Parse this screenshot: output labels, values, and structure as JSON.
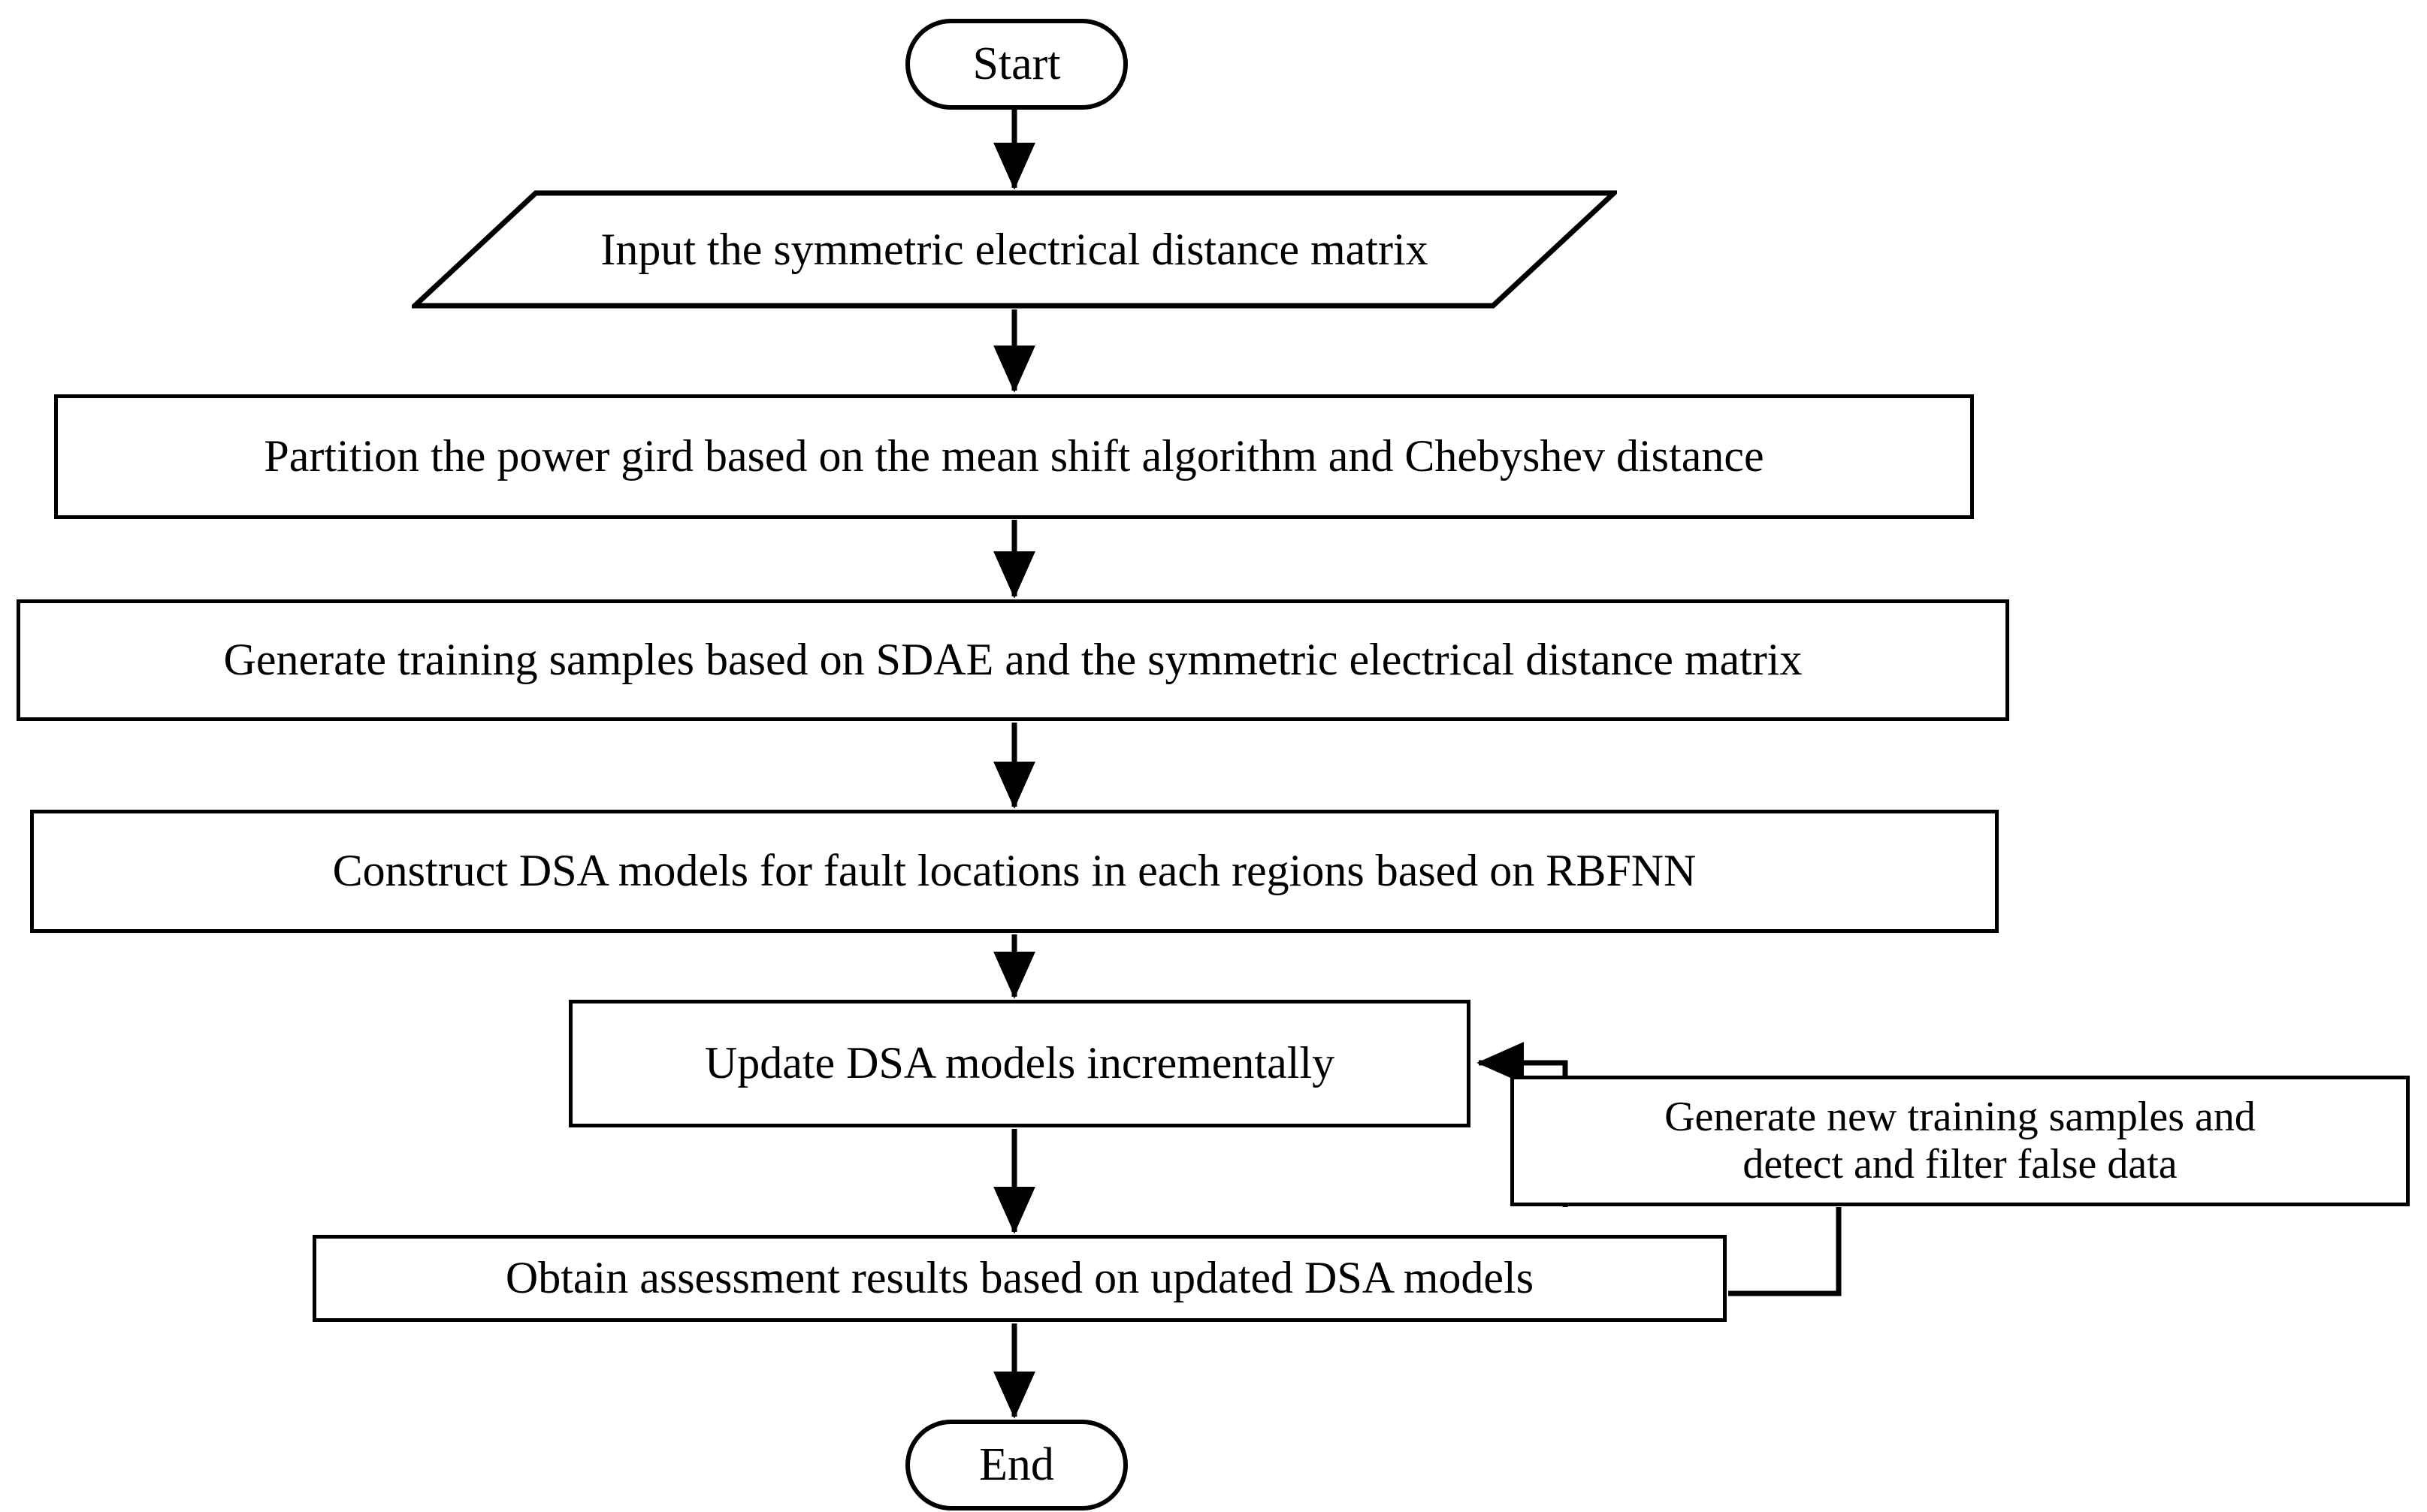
{
  "diagram": {
    "title": "DSA assessment workflow flowchart",
    "type": "flowchart",
    "background_color": "#ffffff",
    "line_color": "#000000",
    "text_color": "#000000"
  },
  "nodes": {
    "start": {
      "label": "Start",
      "shape": "terminator"
    },
    "input_matrix": {
      "label": "Input the symmetric electrical distance matrix",
      "shape": "parallelogram"
    },
    "partition": {
      "label": "Partition the power gird based on the mean shift algorithm and Chebyshev distance",
      "shape": "process"
    },
    "generate_samples": {
      "label": "Generate training samples based on SDAE and the symmetric electrical distance matrix",
      "shape": "process"
    },
    "construct_models": {
      "label": "Construct DSA models for fault locations in each regions based on RBFNN",
      "shape": "process"
    },
    "update_models": {
      "label": "Update DSA models incrementally",
      "shape": "process"
    },
    "feedback_line1": {
      "label": "Generate new training samples and",
      "shape": "process"
    },
    "feedback_line2": {
      "label": "detect and filter false data",
      "shape": "process"
    },
    "obtain_results": {
      "label": "Obtain assessment results based on updated DSA models",
      "shape": "process"
    },
    "end": {
      "label": "End",
      "shape": "terminator"
    }
  },
  "edges": [
    {
      "from": "start",
      "to": "input_matrix",
      "arrow": true
    },
    {
      "from": "input_matrix",
      "to": "partition",
      "arrow": true
    },
    {
      "from": "partition",
      "to": "generate_samples",
      "arrow": true
    },
    {
      "from": "generate_samples",
      "to": "construct_models",
      "arrow": true
    },
    {
      "from": "construct_models",
      "to": "update_models",
      "arrow": true
    },
    {
      "from": "update_models",
      "to": "obtain_results",
      "arrow": true
    },
    {
      "from": "obtain_results",
      "to": "feedback_box",
      "arrow": false
    },
    {
      "from": "feedback_box",
      "to": "update_models",
      "arrow": true
    },
    {
      "from": "obtain_results",
      "to": "end",
      "arrow": true
    }
  ]
}
